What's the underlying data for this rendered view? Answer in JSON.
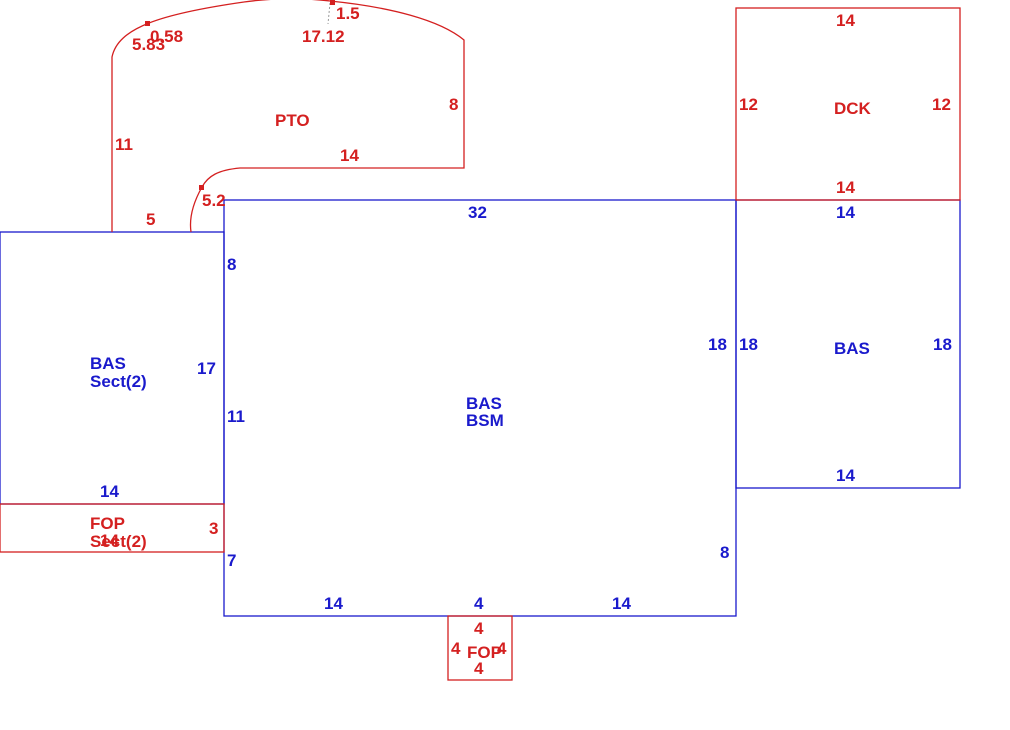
{
  "colors": {
    "main": "#1a1acc",
    "accessory": "#d42020",
    "background": "#ffffff"
  },
  "areas": {
    "bas_bsm": {
      "name": "BAS",
      "sub": "BSM"
    },
    "bas_left": {
      "name": "BAS",
      "sub": "Sect(2)"
    },
    "bas_right": {
      "name": "BAS"
    },
    "fop_left": {
      "name": "FOP",
      "sub": "Sect(2)"
    },
    "fop_bottom": {
      "name": "FOP"
    },
    "dck": {
      "name": "DCK"
    },
    "pto": {
      "name": "PTO"
    }
  },
  "dimensions": {
    "main_top": "32",
    "main_left_upper": "8",
    "main_left_mid": "11",
    "main_left_lower": "7",
    "main_right_upper": "18",
    "main_right_lower": "8",
    "main_bottom_left": "14",
    "main_bottom_center": "4",
    "main_bottom_right": "14",
    "left_height": "17",
    "left_bottom": "14",
    "fop_left_height": "3",
    "fop_left_bottom": "14",
    "right_left": "18",
    "right_right": "18",
    "right_top": "14",
    "right_bottom": "14",
    "dck_top": "14",
    "dck_bottom": "14",
    "dck_left": "12",
    "dck_right": "12",
    "fop_bottom_top": "4",
    "fop_bottom_bottom": "4",
    "fop_bottom_left": "4",
    "fop_bottom_right": "4",
    "pto_left": "11",
    "pto_bottom_left": "5",
    "pto_arc_small": "5.2",
    "pto_mid": "14",
    "pto_right": "8",
    "pto_arc_a": "0.58",
    "pto_arc_b": "5.83",
    "pto_arc_c": "17.12",
    "pto_arc_d": "1.5"
  }
}
